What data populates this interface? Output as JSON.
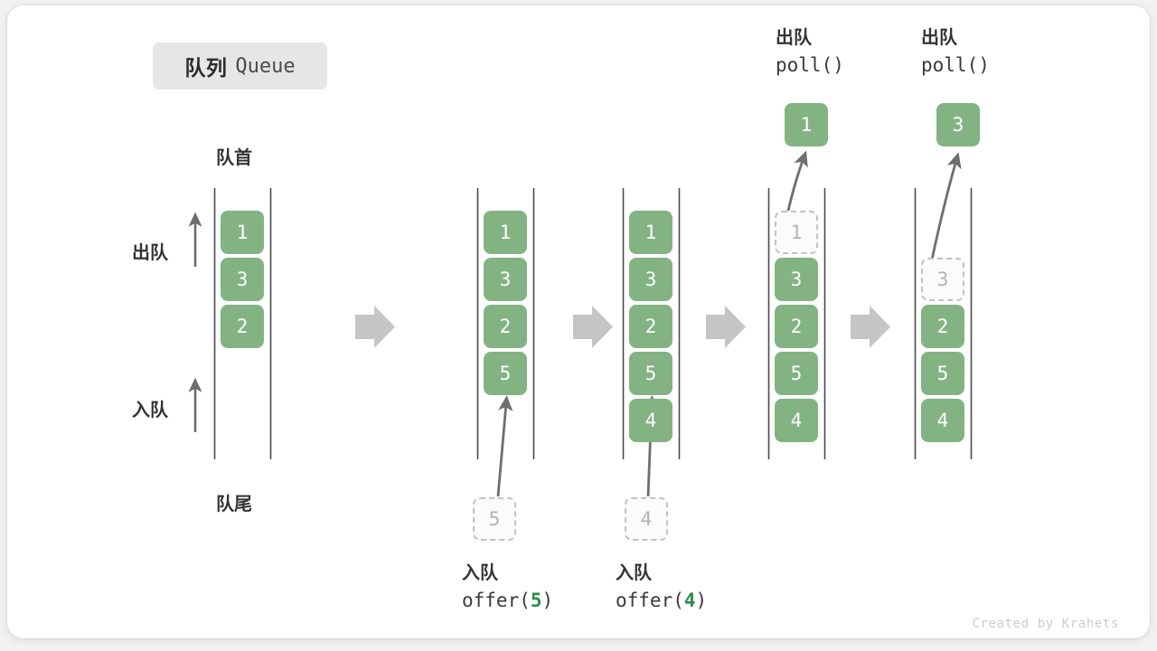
{
  "title": {
    "cn": "队列",
    "en": "Queue"
  },
  "labels": {
    "head": "队首",
    "tail": "队尾",
    "dequeue": "出队",
    "enqueue": "入队"
  },
  "colors": {
    "element": "#83b383",
    "ghost_border": "#c2c2c2",
    "ghost_text": "#b3b3b3",
    "rail": "#4a4a4a",
    "arrow_gray": "#c5c5c5",
    "arrow_dark": "#6e6e6e",
    "accent_code": "#2e8b45",
    "badge_bg": "#e6e6e6",
    "credit": "#cccccc"
  },
  "steps": [
    {
      "id": "step-1",
      "name": "initial-queue",
      "cells": [
        "1",
        "3",
        "2"
      ],
      "ghost_top": null,
      "pending": null,
      "popped": null,
      "caption": null
    },
    {
      "id": "step-2",
      "name": "queue-after-offer-5",
      "cells": [
        "1",
        "3",
        "2",
        "5"
      ],
      "ghost_top": null,
      "pending": "5",
      "popped": null,
      "caption": {
        "cn": "入队",
        "fn": "offer(",
        "arg": "5",
        "fn_end": ")"
      }
    },
    {
      "id": "step-3",
      "name": "queue-after-offer-4",
      "cells": [
        "1",
        "3",
        "2",
        "5",
        "4"
      ],
      "ghost_top": null,
      "pending": "4",
      "popped": null,
      "caption": {
        "cn": "入队",
        "fn": "offer(",
        "arg": "4",
        "fn_end": ")"
      }
    },
    {
      "id": "step-4",
      "name": "queue-after-poll-1",
      "cells": [
        "3",
        "2",
        "5",
        "4"
      ],
      "ghost_top": "1",
      "pending": null,
      "popped": "1",
      "caption": {
        "cn": "出队",
        "fn": "poll()",
        "arg": "",
        "fn_end": ""
      }
    },
    {
      "id": "step-5",
      "name": "queue-after-poll-3",
      "cells": [
        "2",
        "5",
        "4"
      ],
      "ghost_top": "3",
      "pending": null,
      "popped": "3",
      "caption": {
        "cn": "出队",
        "fn": "poll()",
        "arg": "",
        "fn_end": ""
      }
    }
  ],
  "credit": "Created by Krahets"
}
